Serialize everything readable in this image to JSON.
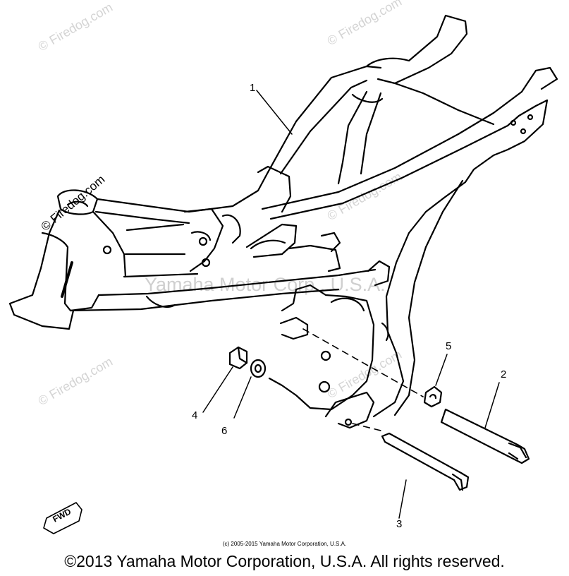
{
  "watermark": {
    "site_text": "© Firedog.com",
    "center_text": "Yamaha Motor Corp., U.S.A."
  },
  "callouts": [
    "1",
    "2",
    "3",
    "4",
    "5",
    "6"
  ],
  "fwd_label": "FWD",
  "small_copyright": "(c) 2005-2015 Yamaha Motor Corporation, U.S.A.",
  "footer_copyright": "©2013 Yamaha Motor Corporation, U.S.A. All rights reserved.",
  "colors": {
    "ink": "#000000",
    "watermark": "#d4d4d4",
    "background": "#ffffff"
  }
}
